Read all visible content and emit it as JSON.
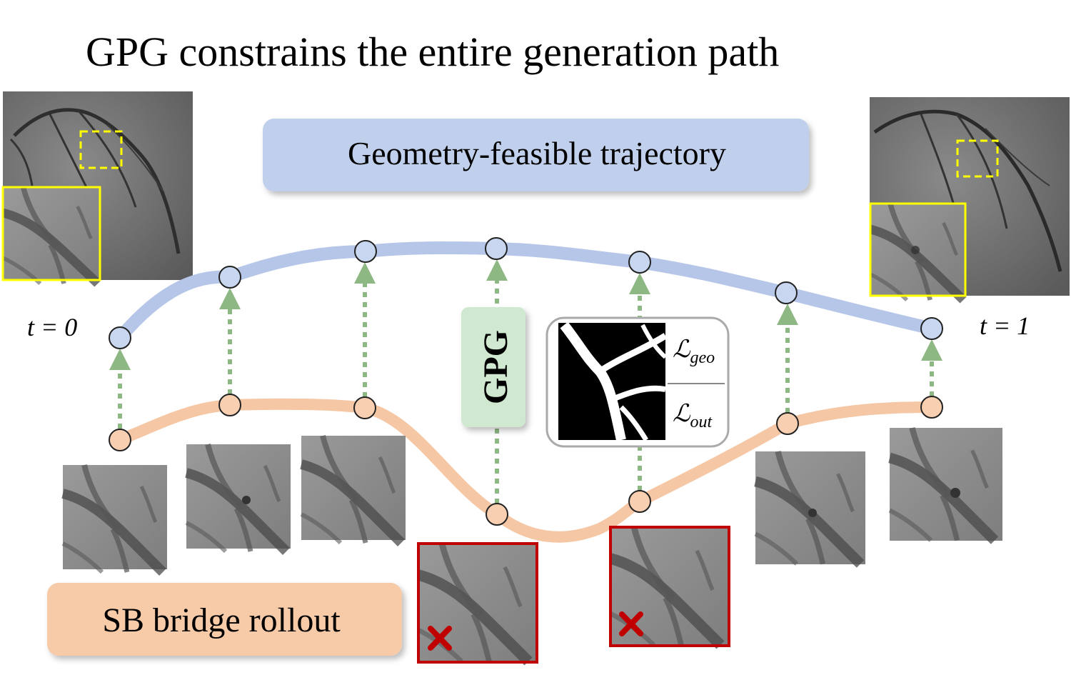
{
  "title": "GPG constrains the entire generation path",
  "top_label": "Geometry-feasible trajectory",
  "bottom_label": "SB bridge rollout",
  "t_start": "t = 0",
  "t_end": "t = 1",
  "gpg_label": "GPG",
  "loss_geo": {
    "symbol": "ℒ",
    "subscript": "geo"
  },
  "loss_out": {
    "symbol": "ℒ",
    "subscript": "out"
  },
  "colors": {
    "blue_path": "#b9c9e6",
    "blue_node": "#c8d7ef",
    "orange_path": "#f4c6a4",
    "orange_node": "#f8cfb0",
    "arrow_green": "#8db884",
    "gpg_box": "#cfe8cf",
    "fail_red": "#c00000",
    "highlight_yellow": "#ffff00"
  },
  "icons": [
    "x-mark-icon",
    "x-mark-icon"
  ]
}
